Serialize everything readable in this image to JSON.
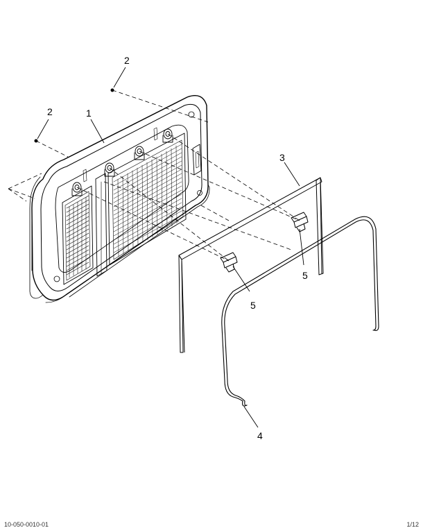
{
  "callouts": {
    "c1": "1",
    "c2a": "2",
    "c2b": "2",
    "c3": "3",
    "c4": "4",
    "c5a": "5",
    "c5b": "5"
  },
  "footer": {
    "left": "10-050-0010-01",
    "right": "1/12"
  }
}
